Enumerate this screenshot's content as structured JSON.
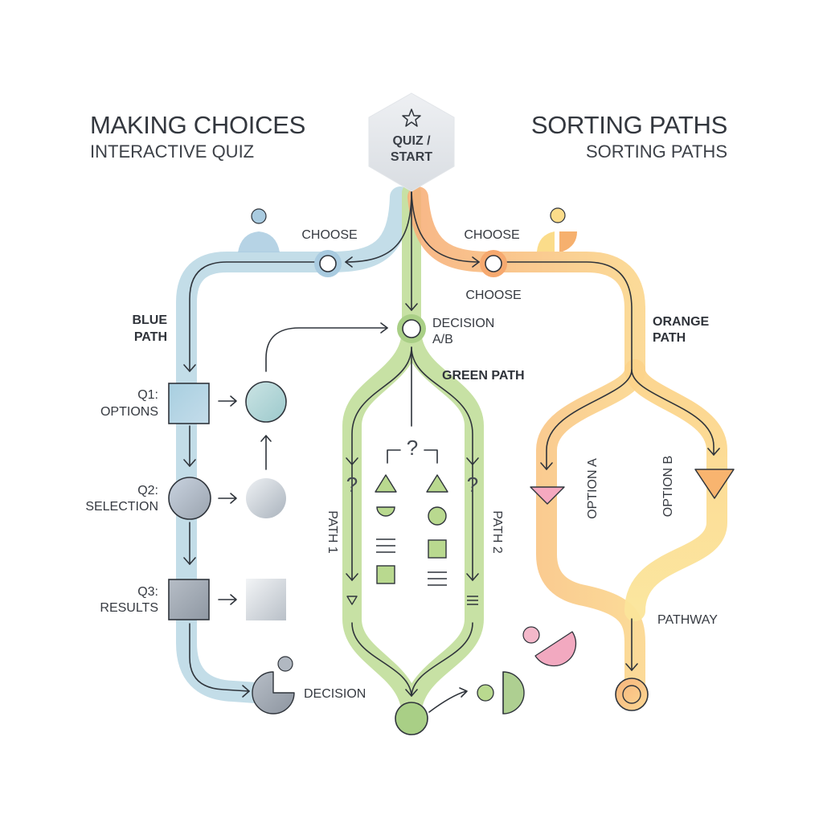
{
  "left_heading": {
    "title": "MAKING CHOICES",
    "subtitle": "INTERACTIVE QUIZ"
  },
  "right_heading": {
    "title": "SORTING PATHS",
    "subtitle": "SORTING PATHS"
  },
  "start_node": {
    "line1": "QUIZ /",
    "line2": "START",
    "icon": "star-icon"
  },
  "choose_labels": {
    "left": "CHOOSE",
    "right_top": "CHOOSE",
    "right_bottom": "CHOOSE"
  },
  "blue_path": {
    "label_line1": "BLUE",
    "label_line2": "PATH",
    "steps": [
      {
        "line1": "Q1:",
        "line2": "OPTIONS"
      },
      {
        "line1": "Q2:",
        "line2": "SELECTION"
      },
      {
        "line1": "Q3:",
        "line2": "RESULTS"
      }
    ],
    "end_label": "DECISION"
  },
  "green_path": {
    "label": "GREEN PATH",
    "decision_line1": "DECISION",
    "decision_line2": "A/B",
    "branch_left": "PATH 1",
    "branch_right": "PATH 2",
    "question_marks": [
      "?",
      "?",
      "?"
    ]
  },
  "orange_path": {
    "label_line1": "ORANGE",
    "label_line2": "PATH",
    "option_a": "OPTION A",
    "option_b": "OPTION B",
    "end_label": "PATHWAY"
  },
  "colors": {
    "blue": "#b6d5e2",
    "green": "#c4df9e",
    "orange": "#f6b47a",
    "yellow": "#fbe08c",
    "gray": "#b9bec5",
    "pink": "#f2a9c0",
    "ink": "#2f343b"
  }
}
